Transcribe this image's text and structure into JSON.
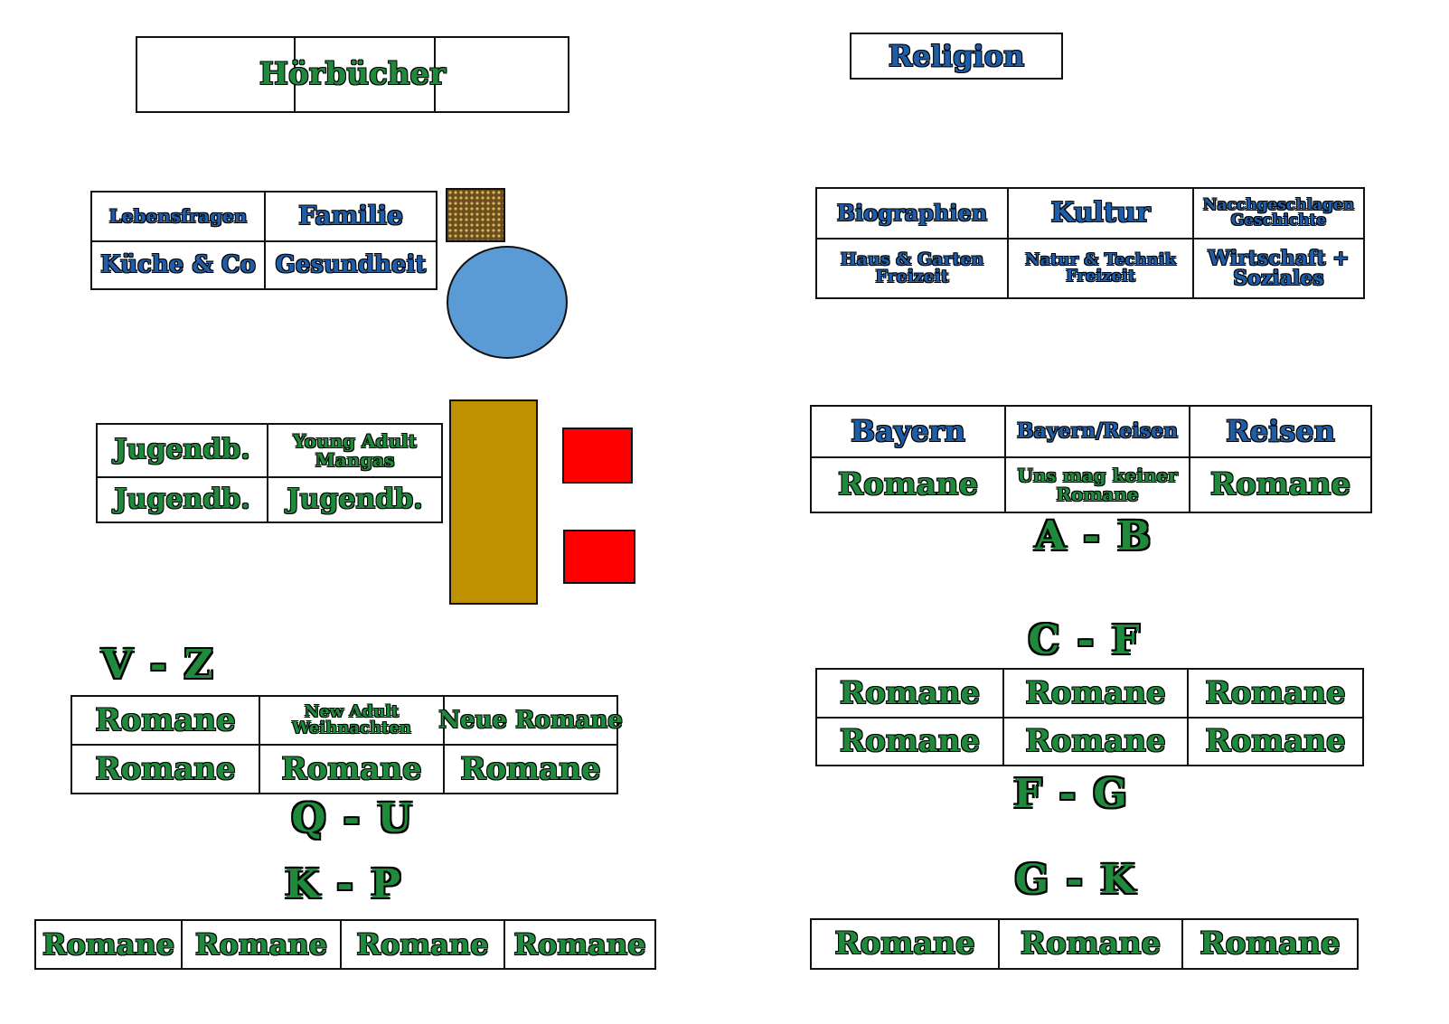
{
  "hoerbuecher": {
    "label": "Hörbücher"
  },
  "religion": {
    "label": "Religion"
  },
  "lifestyle": {
    "r1": [
      "Lebensfragen",
      "Familie"
    ],
    "r2": [
      "Küche & Co",
      "Gesundheit"
    ]
  },
  "sachbuch": {
    "r1": [
      "Biographien",
      "Kultur",
      "Nacchgeschlagen\nGeschichte"
    ],
    "r2": [
      "Haus & Garten\nFreizeit",
      "Natur & Technik\nFreizeit",
      "Wirtschaft +\nSoziales"
    ]
  },
  "jugend": {
    "r1": [
      "Jugendb.",
      "Young Adult\nMangas"
    ],
    "r2": [
      "Jugendb.",
      "Jugendb."
    ]
  },
  "bayern": {
    "r1": [
      "Bayern",
      "Bayern/Reisen",
      "Reisen"
    ],
    "r2": [
      "Romane",
      "Uns mag keiner\nRomane",
      "Romane"
    ]
  },
  "ranges": {
    "ab": "A - B",
    "cf": "C - F",
    "fg": "F - G",
    "gk": "G - K",
    "vz": "V - Z",
    "qu": "Q - U",
    "kp": "K - P"
  },
  "cf_table": {
    "r1": [
      "Romane",
      "Romane",
      "Romane"
    ],
    "r2": [
      "Romane",
      "Romane",
      "Romane"
    ]
  },
  "vz_table": {
    "r1": [
      "Romane",
      "New Adult\nWeihnachten",
      "Neue Romane"
    ],
    "r2": [
      "Romane",
      "Romane",
      "Romane"
    ]
  },
  "gk_table": [
    "Romane",
    "Romane",
    "Romane"
  ],
  "kp_table": [
    "Romane",
    "Romane",
    "Romane",
    "Romane"
  ],
  "colors": {
    "green_text": "#1f8a3c",
    "blue_text": "#1e5da8",
    "circle": "#5b9bd5",
    "shelf": "#bf9000",
    "red": "#ff0000",
    "texture": "#6b4e1e"
  }
}
